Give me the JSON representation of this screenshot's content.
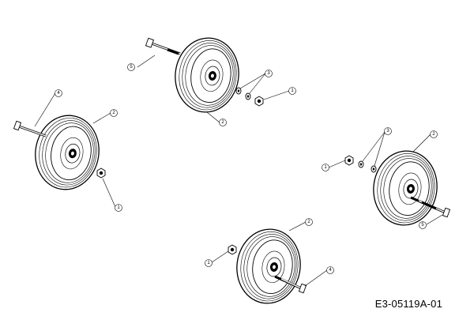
{
  "drawing_code": "E3-05119A-01",
  "assemblies": [
    {
      "id": "top-center",
      "callouts": [
        {
          "label": "5",
          "part": "axle-bolt"
        },
        {
          "label": "3",
          "part": "washers"
        },
        {
          "label": "1",
          "part": "nut"
        },
        {
          "label": "2",
          "part": "wheel"
        }
      ]
    },
    {
      "id": "left",
      "callouts": [
        {
          "label": "4",
          "part": "axle-bolt"
        },
        {
          "label": "2",
          "part": "wheel"
        },
        {
          "label": "1",
          "part": "nut"
        }
      ]
    },
    {
      "id": "right",
      "callouts": [
        {
          "label": "3",
          "part": "washers"
        },
        {
          "label": "2",
          "part": "wheel"
        },
        {
          "label": "1",
          "part": "nut"
        },
        {
          "label": "5",
          "part": "axle-bolt"
        }
      ]
    },
    {
      "id": "bottom-center",
      "callouts": [
        {
          "label": "2",
          "part": "wheel"
        },
        {
          "label": "1",
          "part": "nut"
        },
        {
          "label": "4",
          "part": "axle-bolt"
        }
      ]
    }
  ]
}
